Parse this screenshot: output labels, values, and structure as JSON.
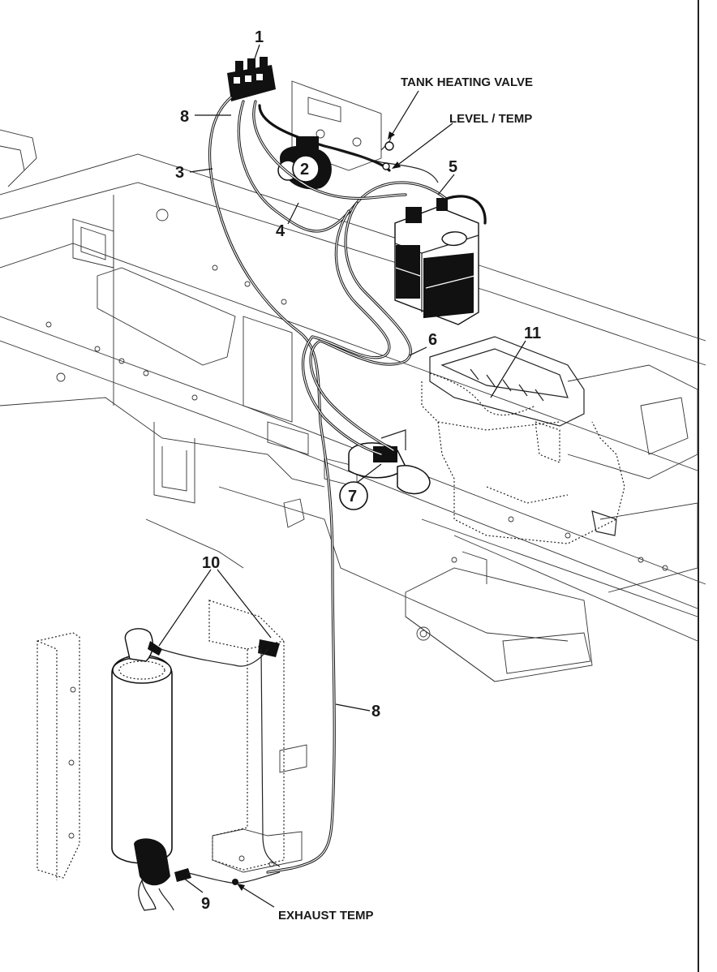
{
  "callouts": {
    "c1": "1",
    "c2": "2",
    "c3": "3",
    "c4": "4",
    "c5": "5",
    "c6": "6",
    "c7": "7",
    "c8_top": "8",
    "c8_bottom": "8",
    "c9": "9",
    "c10": "10",
    "c11": "11"
  },
  "labels": {
    "tank_heating_valve": "TANK HEATING VALVE",
    "level_temp": "LEVEL / TEMP",
    "exhaust_temp": "EXHAUST TEMP"
  }
}
